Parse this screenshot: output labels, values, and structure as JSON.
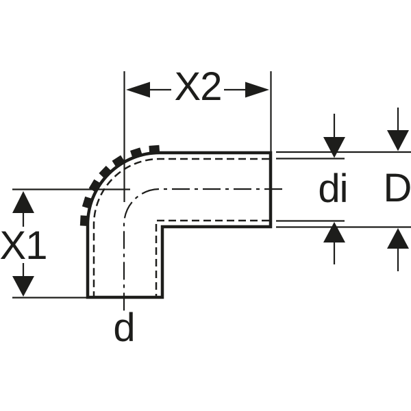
{
  "diagram": {
    "labels": {
      "top_width": "X2",
      "left_height": "X1",
      "inner_diameter": "di",
      "outer_diameter": "D",
      "bottom_outlet_diameter": "d"
    },
    "colors": {
      "line": "#1d1d1b",
      "background": "#ffffff"
    }
  }
}
